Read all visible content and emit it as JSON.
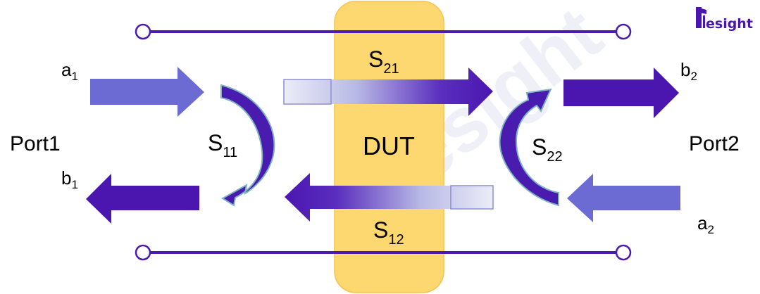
{
  "colors": {
    "dut_fill": "#FDD870",
    "dut_stroke": "#F5C34D",
    "line": "#4B1AAE",
    "arrow_dark": "#4B16B0",
    "arrow_light": "#6B6BD3",
    "arrow_pale": "#D9DCF2",
    "curve_fill": "#4A1BAF",
    "curve_stroke": "#7EB4C2",
    "watermark": "#DCDDF0"
  },
  "labels": {
    "dut": "DUT",
    "port1": "Port1",
    "port2": "Port2",
    "a1": {
      "main": "a",
      "sub": "1"
    },
    "b1": {
      "main": "b",
      "sub": "1"
    },
    "a2": {
      "main": "a",
      "sub": "2"
    },
    "b2": {
      "main": "b",
      "sub": "2"
    },
    "s11": {
      "main": "S",
      "sub": "11"
    },
    "s21": {
      "main": "S",
      "sub": "21"
    },
    "s12": {
      "main": "S",
      "sub": "12"
    },
    "s22": {
      "main": "S",
      "sub": "22"
    }
  },
  "logo": {
    "text": "esight",
    "icon": "tesight-logo-icon"
  }
}
